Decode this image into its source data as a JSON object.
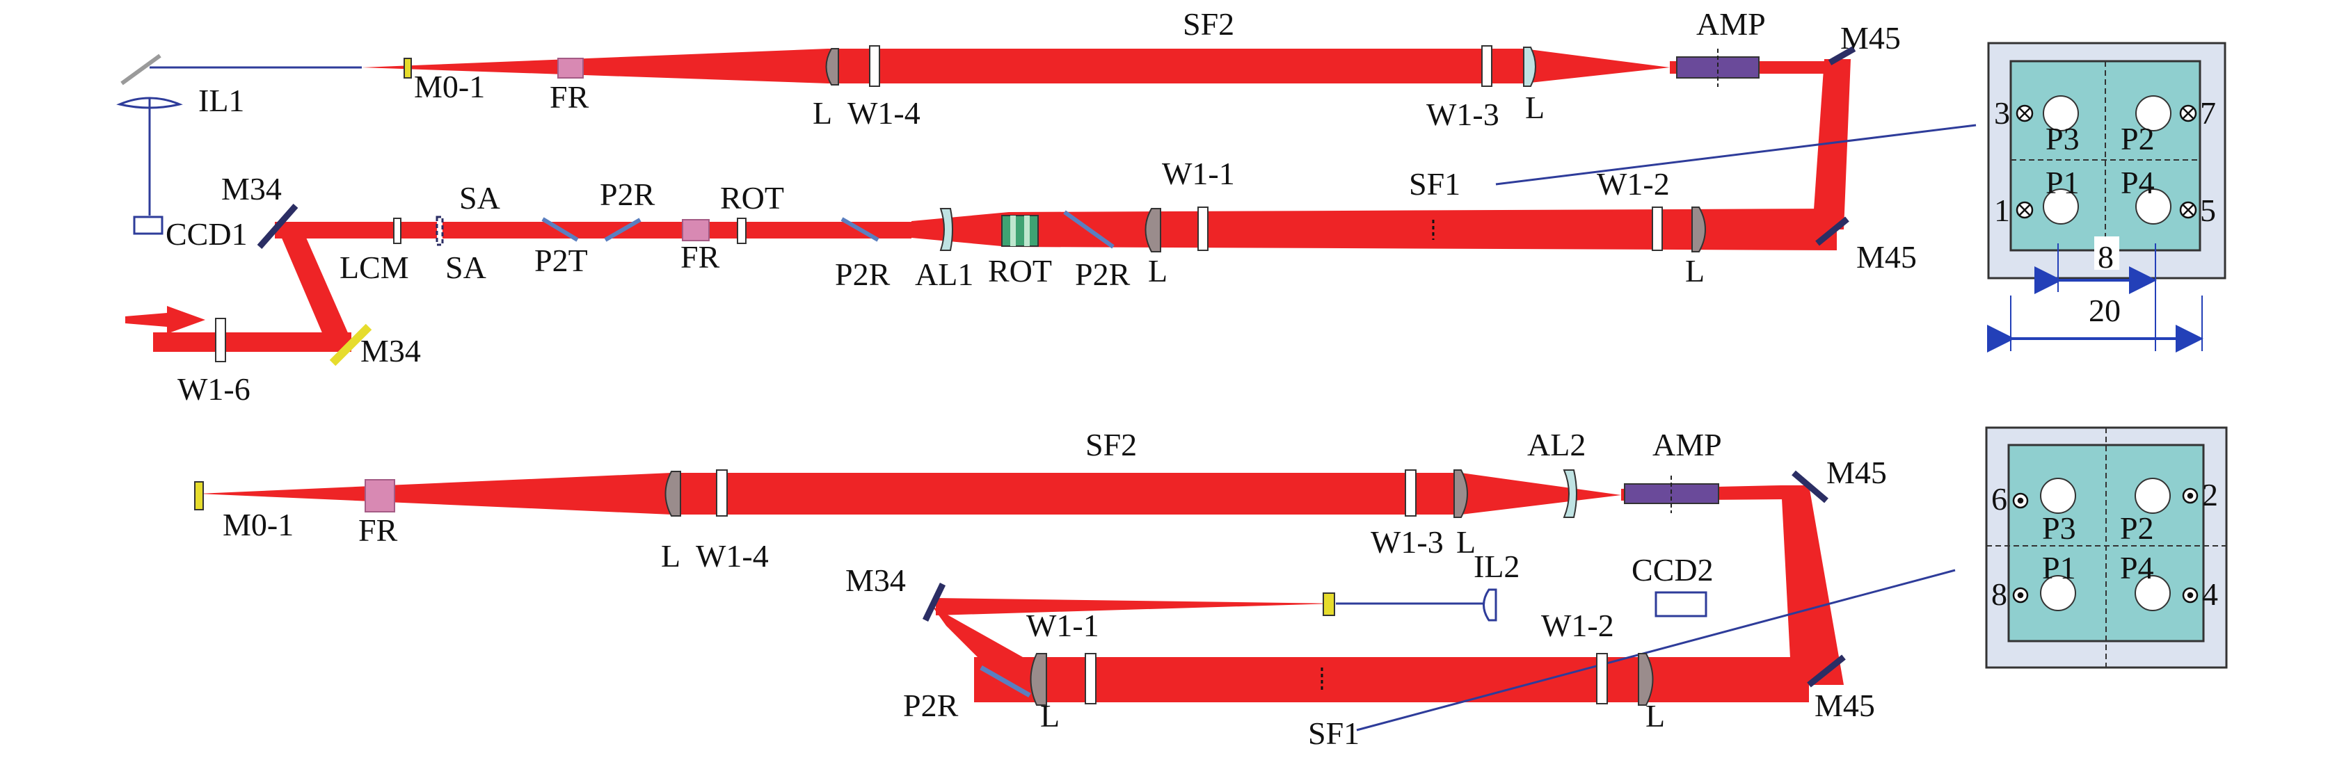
{
  "colors": {
    "beam": "#ee2426",
    "line": "#2e3c9a",
    "mirror_dark": "#2b2e64",
    "mirror_yellow": "#e6dc2c",
    "lens": "#9a8c8c",
    "al_lens": "#bfe3e3",
    "fr": "#d889b3",
    "amp": "#6a4a9a",
    "rot": "#3fa373",
    "panel_bg": "#dce3f0",
    "panel_cyan": "#8fcfcf",
    "arrow_blue": "#2340b8"
  },
  "upper": {
    "labels": {
      "il1": "IL1",
      "ccd1": "CCD1",
      "m0_1": "M0-1",
      "fr_top": "FR",
      "l_left": "L",
      "w1_4": "W1-4",
      "sf2": "SF2",
      "w1_3": "W1-3",
      "l_right": "L",
      "amp": "AMP",
      "m45_top": "M45",
      "m34_top": "M34",
      "lcm": "LCM",
      "sa_top": "SA",
      "sa_bottom": "SA",
      "p2r_top": "P2R",
      "p2t": "P2T",
      "fr_mid": "FR",
      "rot_top": "ROT",
      "p2r_mid": "P2R",
      "al1": "AL1",
      "rot_bottom": "ROT",
      "p2r_right": "P2R",
      "l_mid": "L",
      "w1_1": "W1-1",
      "sf1": "SF1",
      "w1_2": "W1-2",
      "l_mid_right": "L",
      "m45_bottom": "M45",
      "w1_6": "W1-6",
      "m34_bottom": "M34"
    },
    "panel": {
      "p3": "P3",
      "p2": "P2",
      "p1": "P1",
      "p4": "P4",
      "n3": "3",
      "n7": "7",
      "n1": "1",
      "n5": "5",
      "dim_inner": "8",
      "dim_outer": "20"
    }
  },
  "lower": {
    "labels": {
      "m0_1": "M0-1",
      "fr": "FR",
      "l_left": "L",
      "w1_4": "W1-4",
      "sf2": "SF2",
      "w1_3": "W1-3",
      "l_right": "L",
      "al2": "AL2",
      "amp": "AMP",
      "m45_top": "M45",
      "m34": "M34",
      "il2": "IL2",
      "ccd2": "CCD2",
      "w1_1": "W1-1",
      "w1_2": "W1-2",
      "p2r": "P2R",
      "l_bl": "L",
      "sf1": "SF1",
      "l_br": "L",
      "m45_bottom": "M45"
    },
    "panel": {
      "p3": "P3",
      "p2": "P2",
      "p1": "P1",
      "p4": "P4",
      "n6": "6",
      "n2": "2",
      "n8": "8",
      "n4": "4"
    }
  }
}
